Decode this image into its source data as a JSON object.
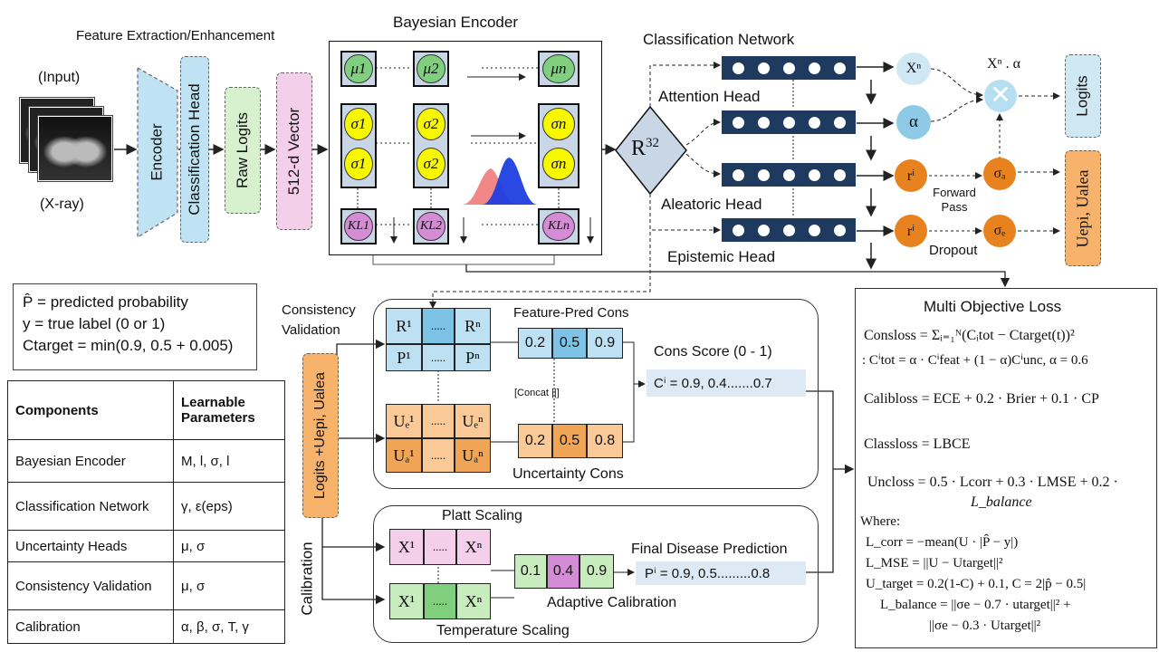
{
  "input": {
    "top": "(Input)",
    "bottom": "(X-ray)"
  },
  "stage_titles": {
    "feature": "Feature Extraction/Enhancement",
    "bayes": "Bayesian Encoder",
    "classnet": "Classification Network"
  },
  "pipeline": {
    "encoder": "Encoder",
    "class_head": "Classification Head",
    "raw_logits": "Raw Logits",
    "vector": "512-d Vector",
    "r32": "R",
    "r32_sup": "32"
  },
  "bayes_cells": {
    "mu": [
      "μ1",
      "μ2",
      "μn"
    ],
    "sigma": [
      "σ1",
      "σ2",
      "σn"
    ],
    "kl": [
      "KL1",
      "KL2",
      "KLn"
    ]
  },
  "heads": {
    "attention": "Attention Head",
    "aleatoric": "Aleatoric Head",
    "epistemic": "Epistemic Head",
    "forward_pass": "Forward Pass",
    "dropout": "Dropout"
  },
  "nodes": {
    "xn": "Xⁿ",
    "alpha": "α",
    "xna": "Xⁿ . α",
    "r1": "rⁱ",
    "r2": "rⁱ",
    "sa": "σₐ",
    "se": "σₑ"
  },
  "outputs": {
    "logits": "Logits",
    "uncert": "Uepi, Ualea"
  },
  "legend": {
    "line1": "P̂ = predicted probability",
    "line2": "y = true label (0 or 1)",
    "line3": "Ctarget = min(0.9, 0.5 + 0.005)"
  },
  "table": {
    "header": [
      "Components",
      "Learnable Parameters"
    ],
    "rows": [
      [
        "Bayesian Encoder",
        "M, l, σ, l"
      ],
      [
        "Classification Network",
        "γ, ε(eps)"
      ],
      [
        "Uncertainty Heads",
        "μ, σ"
      ],
      [
        "Consistency Validation",
        "μ, σ"
      ],
      [
        "Calibration",
        "α, β, σ, T, γ"
      ]
    ]
  },
  "consistency": {
    "title": "Consistency Validation",
    "side": "Logits +Uepi, Ualea",
    "feature_pred": "Feature-Pred Cons",
    "uncert_cons": "Uncertainty Cons",
    "concat": "[Concat ||]",
    "cons_score": "Cons Score (0 - 1)",
    "ci": "Cⁱ = 0.9, 0.4.......0.7",
    "grid_r": [
      "R¹",
      ".....",
      "Rⁿ"
    ],
    "grid_p": [
      "P¹",
      ".....",
      "Pⁿ"
    ],
    "grid_ue": [
      "Uₑ¹",
      ".....",
      "Uₑⁿ"
    ],
    "grid_ua": [
      "Uₐ¹",
      ".....",
      "Uₐⁿ"
    ],
    "fp_vals": [
      "0.2",
      "0.5",
      "0.9"
    ],
    "uc_vals": [
      "0.2",
      "0.5",
      "0.8"
    ]
  },
  "calibration": {
    "side": "Calibration",
    "platt": "Platt Scaling",
    "temp": "Temperature Scaling",
    "adaptive": "Adaptive Calibration",
    "final": "Final Disease Prediction",
    "pi": "Pⁱ = 0.9, 0.5.........0.8",
    "grid_top": [
      "X¹",
      ".....",
      "Xⁿ"
    ],
    "grid_bot": [
      "X¹",
      ".....",
      "Xⁿ"
    ],
    "vals": [
      "0.1",
      "0.4",
      "0.9"
    ]
  },
  "loss": {
    "title": "Multi Objective Loss",
    "cons1": "Consloss = Σᵢ₌₁ᴺ(Cᵢtot − Ctarget(t))²",
    "cons2": ": Cⁱtot = α · Cⁱfeat + (1 − α)Cⁱunc, α = 0.6",
    "calib": "Calibloss = ECE + 0.2 · Brier + 0.1 · CP",
    "class": "Classloss = LBCE",
    "unc1": "Uncloss = 0.5 · Lcorr + 0.3 · LMSE + 0.2 ·",
    "unc2": "L_balance",
    "where": "Where:",
    "w1": "L_corr = −mean(U · |P̂ − y|)",
    "w2": "L_MSE = ||U − Utarget||²",
    "w3": "U_target = 0.2(1-C) + 0.1, C = 2|p̂ − 0.5|",
    "w4": "L_balance = ||σe − 0.7 · utarget||² +",
    "w5": "||σe − 0.3 · Utarget||²"
  },
  "colors": {
    "encoder": "#bfe3f2",
    "class_head": "#bfe3f2",
    "raw_logits": "#d7f0cd",
    "vector": "#f3cfe9",
    "mu": "#7fcf7f",
    "sigma": "#f7f700",
    "kl": "#d58bd5",
    "attention_node": "#b7dff2",
    "alpha_node": "#8ec9e6",
    "orange_node": "#e8821e",
    "output_blue": "#cfe8f4",
    "output_orange": "#f7b36b"
  }
}
